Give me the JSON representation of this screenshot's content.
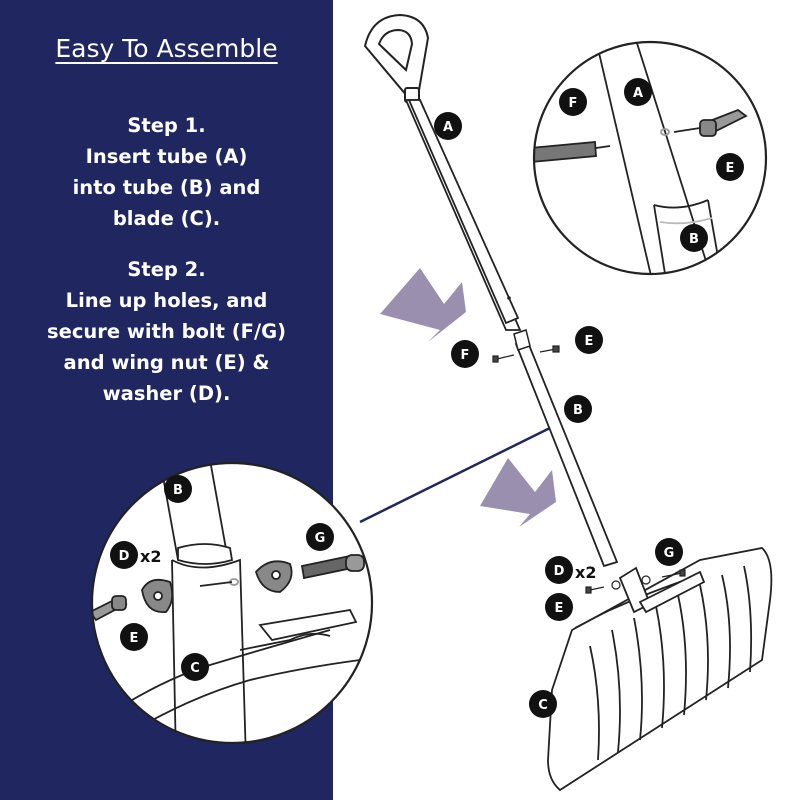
{
  "title": "Easy To Assemble",
  "step1": {
    "heading": "Step 1.",
    "lines": [
      "Insert tube (A)",
      "into tube (B) and",
      "blade (C)."
    ]
  },
  "step2": {
    "heading": "Step 2.",
    "lines": [
      "Line up holes, and",
      "secure with bolt (F/G)",
      "and wing nut (E) &",
      "washer (D)."
    ]
  },
  "part_labels": {
    "a": "A",
    "b": "B",
    "c": "C",
    "d": "D",
    "e": "E",
    "f": "F",
    "g": "G"
  },
  "quantity": "x2",
  "colors": {
    "panel": "#1f2660",
    "arrow": "#9b8fb0",
    "label_badge": "#111111"
  }
}
